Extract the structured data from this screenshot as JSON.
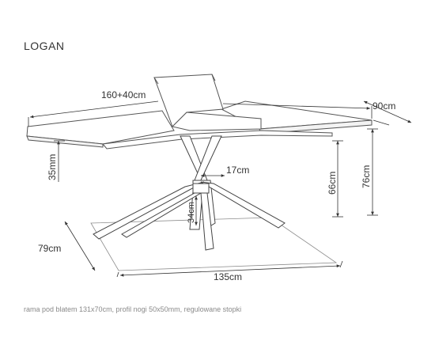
{
  "title": "LOGAN",
  "caption": "rama pod blatem 131x70cm, profil nogi 50x50mm, regulowane stopki",
  "dimensions": {
    "length": "160+40cm",
    "width": "90cm",
    "frame_depth": "35mm",
    "leg_spacing": "17cm",
    "leg_height": "66cm",
    "total_height": "76cm",
    "inner_leg": "34cm",
    "footprint_depth": "79cm",
    "footprint_length": "135cm"
  }
}
